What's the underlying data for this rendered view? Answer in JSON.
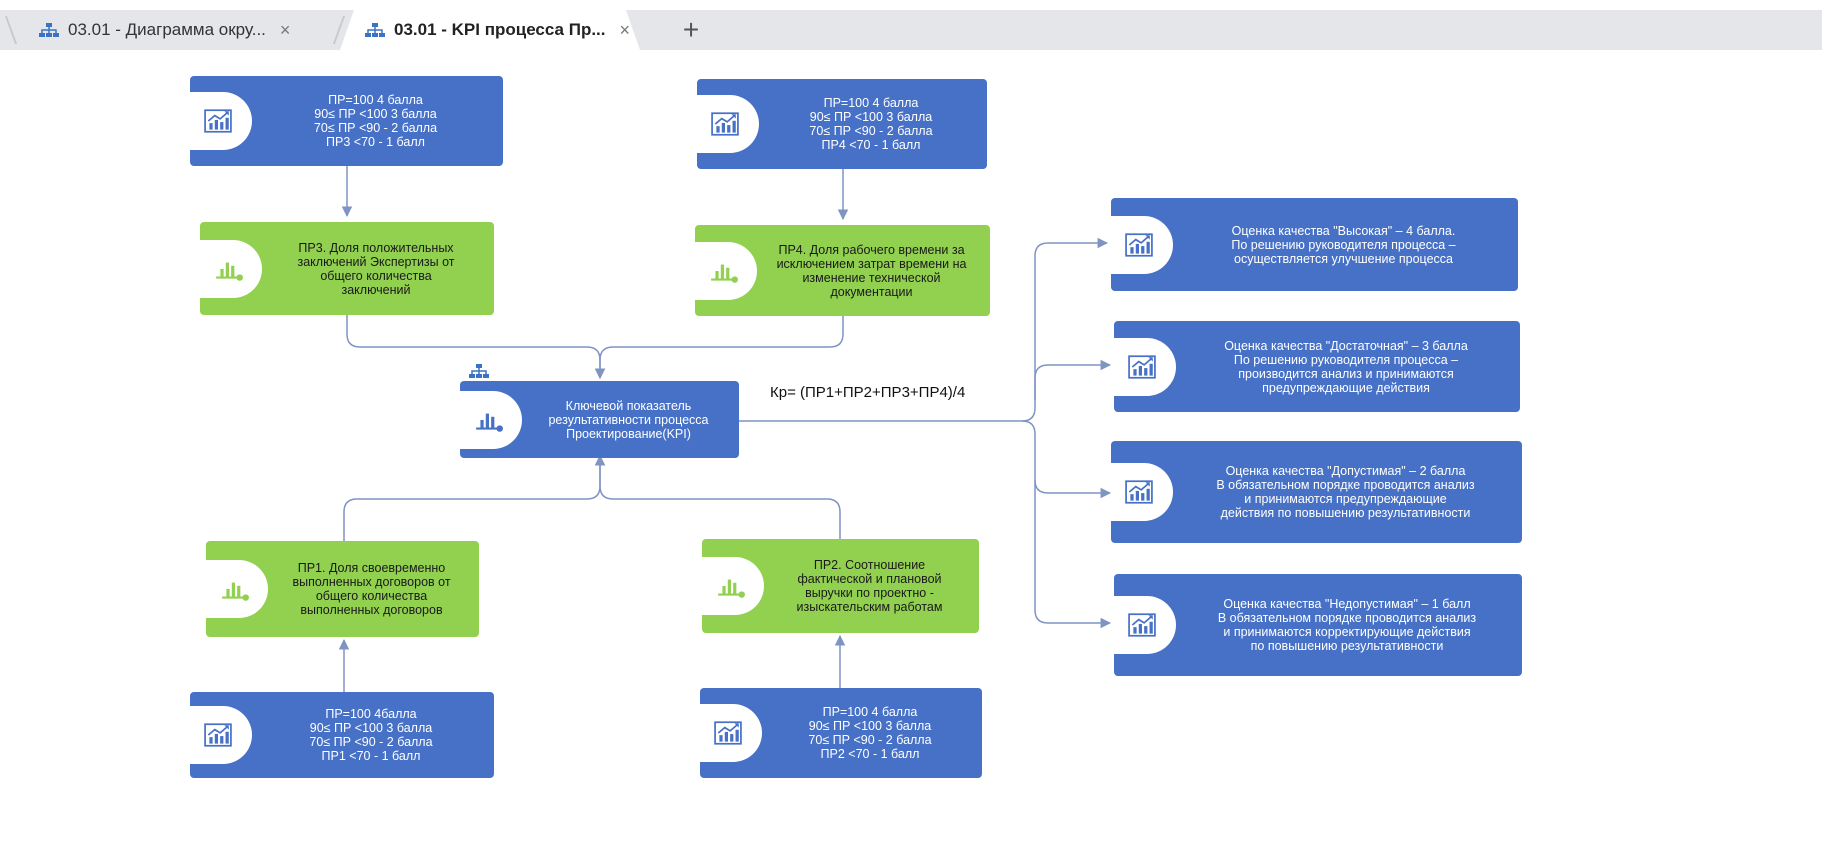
{
  "tabs": [
    {
      "label": "03.01 - Диаграмма окру...",
      "close": "×"
    },
    {
      "label": "03.01 - KPI процесса Пр...",
      "close": "×"
    }
  ],
  "new_tab": "+",
  "diagram": {
    "pr3_score": "ПР=100 4 балла\n90≤ ПР <100 3 балла\n70≤ ПР <90 - 2 балла\nПР3 <70 - 1 балл",
    "pr4_score": "ПР=100 4 балла\n90≤ ПР <100 3 балла\n70≤ ПР <90 - 2 балла\nПР4 <70 - 1 балл",
    "pr3": "ПР3. Доля положительных\nзаключений Экспертизы от\nобщего количества\nзаключений",
    "pr4": "ПР4. Доля рабочего времени за\nисключением затрат времени на\nизменение технической\nдокументации",
    "kpi": "Ключевой показатель\nрезультативности процесса\nПроектирование(KPI)",
    "formula": "Кр= (ПР1+ПР2+ПР3+ПР4)/4",
    "pr1": "ПР1. Доля своевременно\nвыполненных договоров от\nобщего количества\nвыполненных договоров",
    "pr2": "ПР2. Соотношение\nфактической и плановой\nвыручки по проектно -\nизыскательским работам",
    "pr1_score": "ПР=100 4балла\n90≤ ПР <100 3 балла\n70≤ ПР <90 - 2 балла\nПР1 <70 - 1 балл",
    "pr2_score": "ПР=100 4 балла\n90≤ ПР <100 3 балла\n70≤ ПР <90 - 2 балла\nПР2 <70 - 1 балл",
    "grade_high": "Оценка качества \"Высокая\" – 4 балла.\nПо решению руководителя процесса –\nосуществляется улучшение процесса",
    "grade_sufficient": "Оценка качества \"Достаточная\" – 3 балла\nПо решению руководителя процесса –\nпроизводится анализ и принимаются\nпредупреждающие действия",
    "grade_acceptable": "Оценка качества \"Допустимая\" – 2 балла\nВ обязательном порядке проводится анализ\nи принимаются предупреждающие\nдействия по повышению результативности",
    "grade_unacceptable": "Оценка качества \"Недопустимая\" – 1 балл\nВ обязательном порядке проводится анализ\nи принимаются корректирующие действия\nпо повышению результативности"
  },
  "colors": {
    "blue_node": "#4671c6",
    "green_node": "#92d050",
    "connector": "#7f94c4",
    "tab_bar": "#e4e6e9"
  },
  "icons": {
    "tab": "org-chart-icon",
    "score_nodes": "growth-chart-icon",
    "indicator_nodes": "bar-chart-icon",
    "kpi_node": "bar-chart-icon",
    "kpi_marker": "org-structure-icon"
  }
}
